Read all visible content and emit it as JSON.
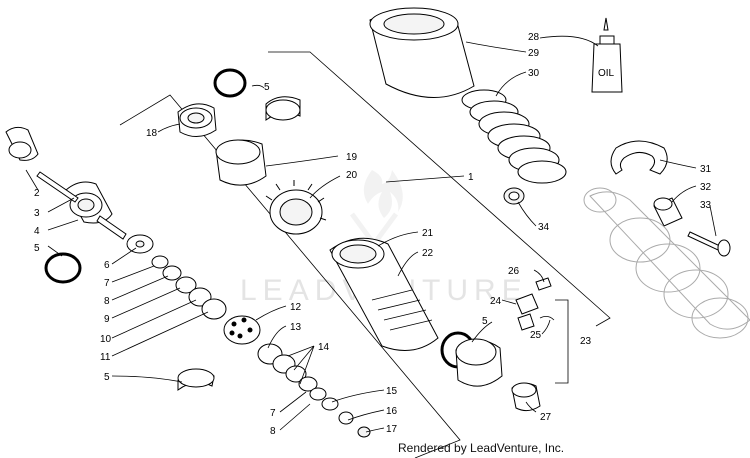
{
  "credit": "Rendered by LeadVenture, Inc.",
  "watermark": "LEADVENTURE",
  "oil_label": "OIL",
  "callouts": [
    {
      "id": "c2",
      "label": "2"
    },
    {
      "id": "c3",
      "label": "3"
    },
    {
      "id": "c4",
      "label": "4"
    },
    {
      "id": "c5a",
      "label": "5"
    },
    {
      "id": "c6",
      "label": "6"
    },
    {
      "id": "c7a",
      "label": "7"
    },
    {
      "id": "c8a",
      "label": "8"
    },
    {
      "id": "c9",
      "label": "9"
    },
    {
      "id": "c10",
      "label": "10"
    },
    {
      "id": "c11",
      "label": "11"
    },
    {
      "id": "c5b",
      "label": "5"
    },
    {
      "id": "c5c",
      "label": "5"
    },
    {
      "id": "c18",
      "label": "18"
    },
    {
      "id": "c19",
      "label": "19"
    },
    {
      "id": "c20",
      "label": "20"
    },
    {
      "id": "c12",
      "label": "12"
    },
    {
      "id": "c13",
      "label": "13"
    },
    {
      "id": "c14",
      "label": "14"
    },
    {
      "id": "c7b",
      "label": "7"
    },
    {
      "id": "c8b",
      "label": "8"
    },
    {
      "id": "c15",
      "label": "15"
    },
    {
      "id": "c16",
      "label": "16"
    },
    {
      "id": "c17",
      "label": "17"
    },
    {
      "id": "c21",
      "label": "21"
    },
    {
      "id": "c22",
      "label": "22"
    },
    {
      "id": "c1",
      "label": "1"
    },
    {
      "id": "c28",
      "label": "28"
    },
    {
      "id": "c29",
      "label": "29"
    },
    {
      "id": "c30",
      "label": "30"
    },
    {
      "id": "c31",
      "label": "31"
    },
    {
      "id": "c32",
      "label": "32"
    },
    {
      "id": "c33",
      "label": "33"
    },
    {
      "id": "c34",
      "label": "34"
    },
    {
      "id": "c26",
      "label": "26"
    },
    {
      "id": "c24",
      "label": "24"
    },
    {
      "id": "c5d",
      "label": "5"
    },
    {
      "id": "c25",
      "label": "25"
    },
    {
      "id": "c23",
      "label": "23"
    },
    {
      "id": "c27",
      "label": "27"
    }
  ]
}
